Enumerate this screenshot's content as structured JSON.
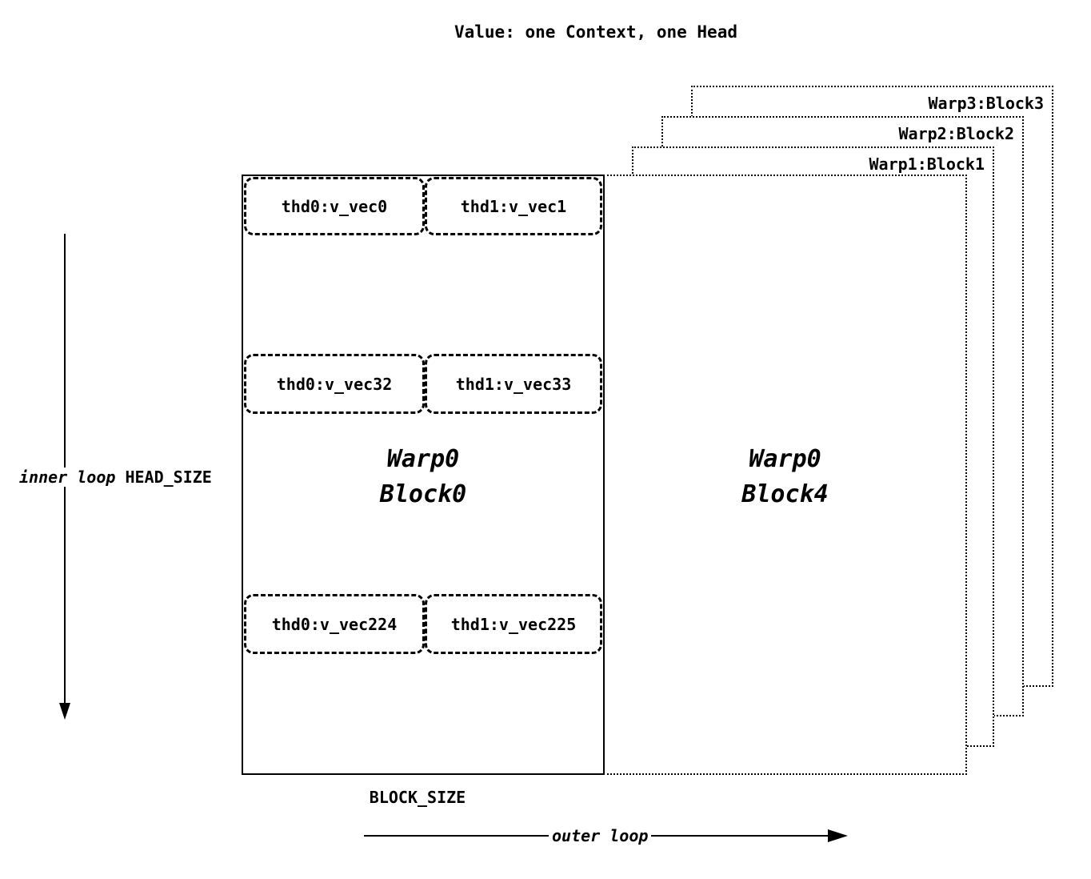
{
  "title": "Value: one Context, one Head",
  "main_block": {
    "warp": "Warp0",
    "block": "Block0",
    "thread_rows": [
      {
        "cells": [
          "thd0:v_vec0",
          "thd1:v_vec1"
        ]
      },
      {
        "cells": [
          "thd0:v_vec32",
          "thd1:v_vec33"
        ]
      },
      {
        "cells": [
          "thd0:v_vec224",
          "thd1:v_vec225"
        ]
      }
    ]
  },
  "block4": {
    "warp": "Warp0",
    "block": "Block4"
  },
  "stacked_blocks": [
    {
      "label": "Warp1:Block1"
    },
    {
      "label": "Warp2:Block2"
    },
    {
      "label": "Warp3:Block3"
    }
  ],
  "labels": {
    "inner_loop": "inner loop",
    "head_size": "HEAD_SIZE",
    "block_size": "BLOCK_SIZE",
    "outer_loop": "outer loop"
  },
  "colors": {
    "ink": "#000000",
    "background": "#ffffff"
  }
}
